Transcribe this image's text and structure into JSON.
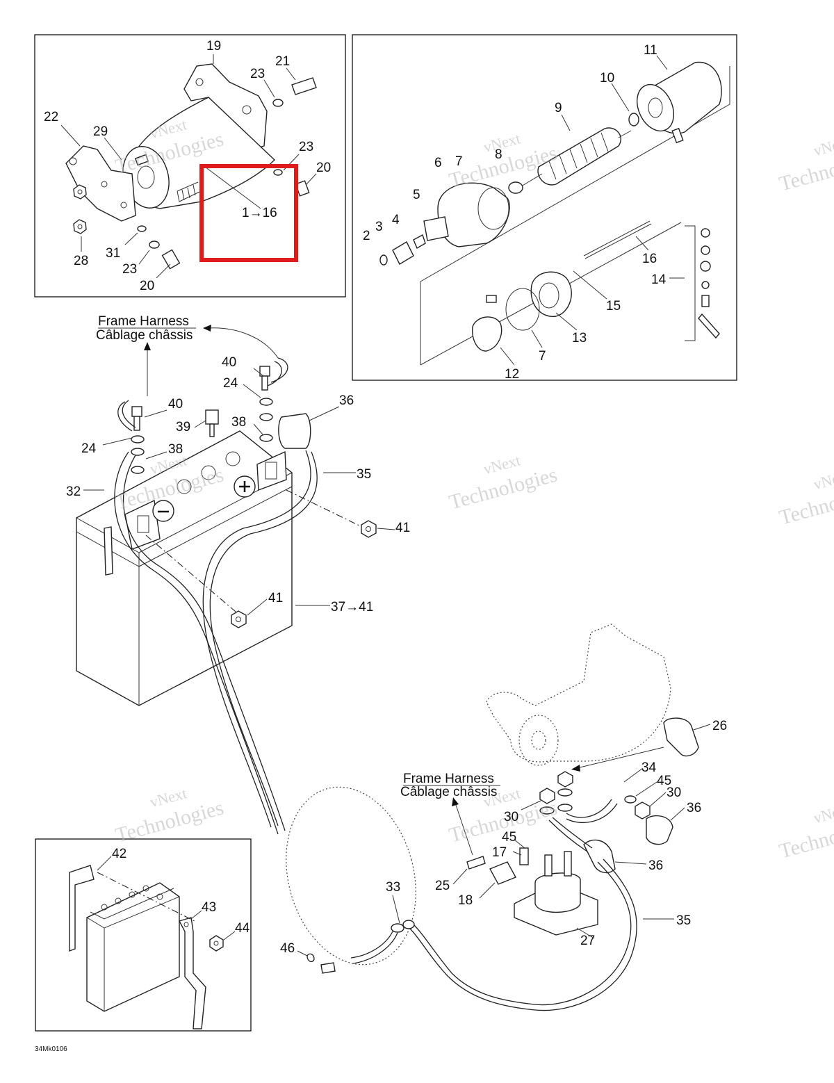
{
  "harness_label_top": {
    "en": "Frame Harness",
    "fr": "Câblage châssis"
  },
  "harness_label_bottom": {
    "en": "Frame Harness",
    "fr": "Câblage châssis"
  },
  "drawing_code": "34Mk0106",
  "watermark": {
    "line1": "vNext",
    "line2": "Technologies"
  },
  "highlight_color": "#e01b1b",
  "callouts": {
    "c19": "19",
    "c21": "21",
    "c23a": "23",
    "c23b": "23",
    "c23c": "23",
    "c22": "22",
    "c29": "29",
    "c20a": "20",
    "c20b": "20",
    "c1_16": "1→16",
    "c28": "28",
    "c31": "31",
    "c11": "11",
    "c10": "10",
    "c9": "9",
    "c6": "6",
    "c7a": "7",
    "c8": "8",
    "c5": "5",
    "c2": "2",
    "c3": "3",
    "c4": "4",
    "c16": "16",
    "c14": "14",
    "c15": "15",
    "c13": "13",
    "c7b": "7",
    "c12": "12",
    "c40a": "40",
    "c24a": "24",
    "c36a": "36",
    "c40b": "40",
    "c39": "39",
    "c38a": "38",
    "c24b": "24",
    "c38b": "38",
    "c35a": "35",
    "c32": "32",
    "c41a": "41",
    "c41b": "41",
    "c37_41": "37→41",
    "c26": "26",
    "c34": "34",
    "c45a": "45",
    "c30a": "30",
    "c36b": "36",
    "c30b": "30",
    "c45b": "45",
    "c17": "17",
    "c36c": "36",
    "c25": "25",
    "c18": "18",
    "c33": "33",
    "c35b": "35",
    "c27": "27",
    "c46": "46",
    "c42": "42",
    "c43": "43",
    "c44": "44"
  }
}
